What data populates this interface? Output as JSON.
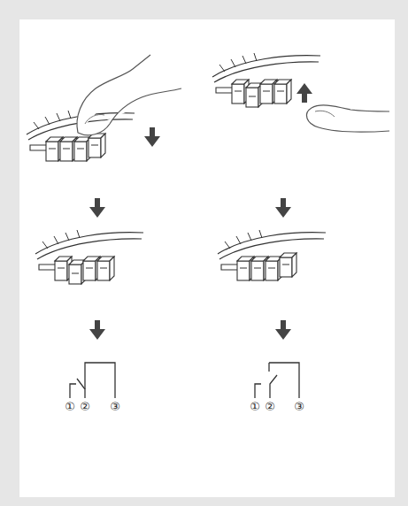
{
  "diagram": {
    "labels": [
      "①",
      "②",
      "③",
      "①",
      "②",
      "③"
    ]
  }
}
